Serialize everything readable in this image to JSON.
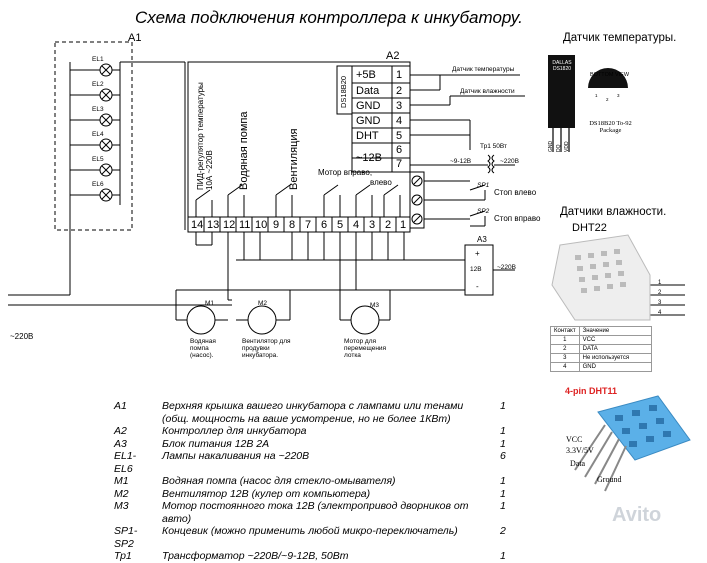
{
  "title": "Схема подключения контроллера к инкубатору.",
  "a1": {
    "label": "А1",
    "lamps": [
      "EL1",
      "EL2",
      "EL3",
      "EL4",
      "EL5",
      "EL6"
    ],
    "mains": "~220В"
  },
  "a2": {
    "label": "А2",
    "top_pins": [
      {
        "name": "+5В",
        "num": "1"
      },
      {
        "name": "Data",
        "num": "2"
      },
      {
        "name": "GND",
        "num": "3"
      },
      {
        "name": "GND",
        "num": "4"
      },
      {
        "name": "DHT",
        "num": "5"
      },
      {
        "name": "",
        "num": "6"
      },
      {
        "name": "~12В",
        "num": "-"
      },
      {
        "name": "",
        "num": "7"
      }
    ],
    "ds_label": "DS18B20",
    "bottom_pins": [
      "14",
      "13",
      "12",
      "11",
      "10",
      "9",
      "8",
      "7",
      "6",
      "5",
      "4",
      "3",
      "2",
      "1"
    ],
    "pid_label": "ПИД-регулятор температуры 10А ~220В",
    "pump_label": "Водяная помпа",
    "vent_label": "Вентиляция",
    "motor_right": "Мотор вправо,",
    "motor_left": "влево"
  },
  "signals": {
    "temp": "Датчик температуры",
    "humid": "Датчик влажности",
    "tr1": "Тр1 50Вт",
    "tr_12": "~9-12В",
    "tr_220": "~220В",
    "sp1": "SP1",
    "sp2": "SP2",
    "stop_left": "Стоп влево",
    "stop_right": "Стоп вправо"
  },
  "a3": {
    "label": "А3",
    "plus": "+",
    "minus": "-",
    "v12": "12В",
    "v220": "~220В"
  },
  "motors": [
    {
      "id": "M1",
      "caption": "Водяная помпа (насос)."
    },
    {
      "id": "M2",
      "caption": "Вентилятор для продувки инкубатора."
    },
    {
      "id": "M3",
      "caption": "Мотор для перемещения лотка"
    }
  ],
  "sensor_temp": {
    "title": "Датчик температуры.",
    "chip": "DALLAS DS1820",
    "bottom_view": "BOTTOM VIEW",
    "package": "DS18B20 To-92 Package",
    "pins": [
      "GND",
      "DQ",
      "VDD"
    ],
    "pin_nums": [
      "1",
      "2",
      "3"
    ]
  },
  "sensor_humid": {
    "title": "Датчики влажности.",
    "dht22": "DHT22",
    "table_head": [
      "Контакт",
      "Значение"
    ],
    "table_rows": [
      [
        "1",
        "VCC"
      ],
      [
        "2",
        "DATA"
      ],
      [
        "3",
        "Не используется"
      ],
      [
        "4",
        "GND"
      ]
    ],
    "pin_nums": [
      "1",
      "2",
      "3",
      "4"
    ],
    "dht11": "4-pin DHT11",
    "vcc": "VCC",
    "vrange": "3.3V/5V",
    "data": "Data",
    "ground": "Ground"
  },
  "legend": [
    {
      "code": "А1",
      "desc": "Верхняя крышка вашего инкубатора с лампами или тенами",
      "qty": "1"
    },
    {
      "code": "",
      "desc": "(общ. мощность на ваше усмотрение, но не более 1КВт)",
      "qty": ""
    },
    {
      "code": "А2",
      "desc": "Контроллер для инкубатора",
      "qty": "1"
    },
    {
      "code": "А3",
      "desc": "Блок питания 12В 2А",
      "qty": "1"
    },
    {
      "code": "EL1-EL6",
      "desc": "Лампы накаливания на ~220В",
      "qty": "6"
    },
    {
      "code": "М1",
      "desc": "Водяная помпа (насос для стекло-омывателя)",
      "qty": "1"
    },
    {
      "code": "М2",
      "desc": "Вентилятор 12В (кулер от компьютера)",
      "qty": "1"
    },
    {
      "code": "М3",
      "desc": "Мотор постоянного тока 12В (электропривод дворников от авто)",
      "qty": "1"
    },
    {
      "code": "SP1-SP2",
      "desc": "Концевик (можно применить любой микро-переключатель)",
      "qty": "2"
    },
    {
      "code": "Тр1",
      "desc": "Трансформатор ~220В/~9-12В, 50Вт",
      "qty": "1"
    }
  ],
  "watermark": "Avito"
}
